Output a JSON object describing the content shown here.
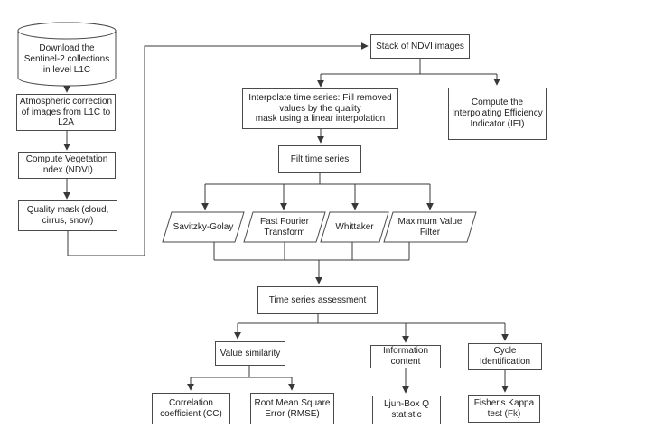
{
  "diagram": {
    "colors": {
      "background": "#ffffff",
      "shape_fill": "#ffffff",
      "stroke": "#4a4a4a",
      "connector": "#383838",
      "text": "#212121"
    },
    "nodes": {
      "download": {
        "label": "Download the\nSentinel-2 collections\nin level L1C",
        "shape": "cylinder"
      },
      "atmos": {
        "label": "Atmospheric correction\nof images from L1C to\nL2A",
        "shape": "rect"
      },
      "ndvi": {
        "label": "Compute Vegetation\nIndex (NDVI)",
        "shape": "rect"
      },
      "qmask": {
        "label": "Quality mask (cloud,\ncirrus, snow)",
        "shape": "rect"
      },
      "stack": {
        "label": "Stack of NDVI images",
        "shape": "rect"
      },
      "interp": {
        "label": "Interpolate time series: Fill removed\nvalues by the quality\nmask using a linear interpolation",
        "shape": "rect"
      },
      "iei": {
        "label": "Compute the\nInterpolating Efficiency\nIndicator (IEI)",
        "shape": "rect"
      },
      "filt": {
        "label": "Filt time series",
        "shape": "rect"
      },
      "sg": {
        "label": "Savitzky-Golay",
        "shape": "parallelogram"
      },
      "fft": {
        "label": "Fast Fourier\nTransform",
        "shape": "parallelogram"
      },
      "whittaker": {
        "label": "Whittaker",
        "shape": "parallelogram"
      },
      "mvf": {
        "label": "Maximum Value\nFilter",
        "shape": "parallelogram"
      },
      "tsa": {
        "label": "Time series assessment",
        "shape": "rect"
      },
      "valsim": {
        "label": "Value similarity",
        "shape": "rect"
      },
      "infocontent": {
        "label": "Information\ncontent",
        "shape": "rect"
      },
      "cycleid": {
        "label": "Cycle\nIdentification",
        "shape": "rect"
      },
      "cc": {
        "label": "Correlation\ncoefficient (CC)",
        "shape": "rect"
      },
      "rmse": {
        "label": "Root Mean Square\nError (RMSE)",
        "shape": "rect"
      },
      "ljunbox": {
        "label": "Ljun-Box Q\nstatistic",
        "shape": "rect"
      },
      "fisherk": {
        "label": "Fisher's Kappa\ntest (Fk)",
        "shape": "rect"
      }
    }
  }
}
